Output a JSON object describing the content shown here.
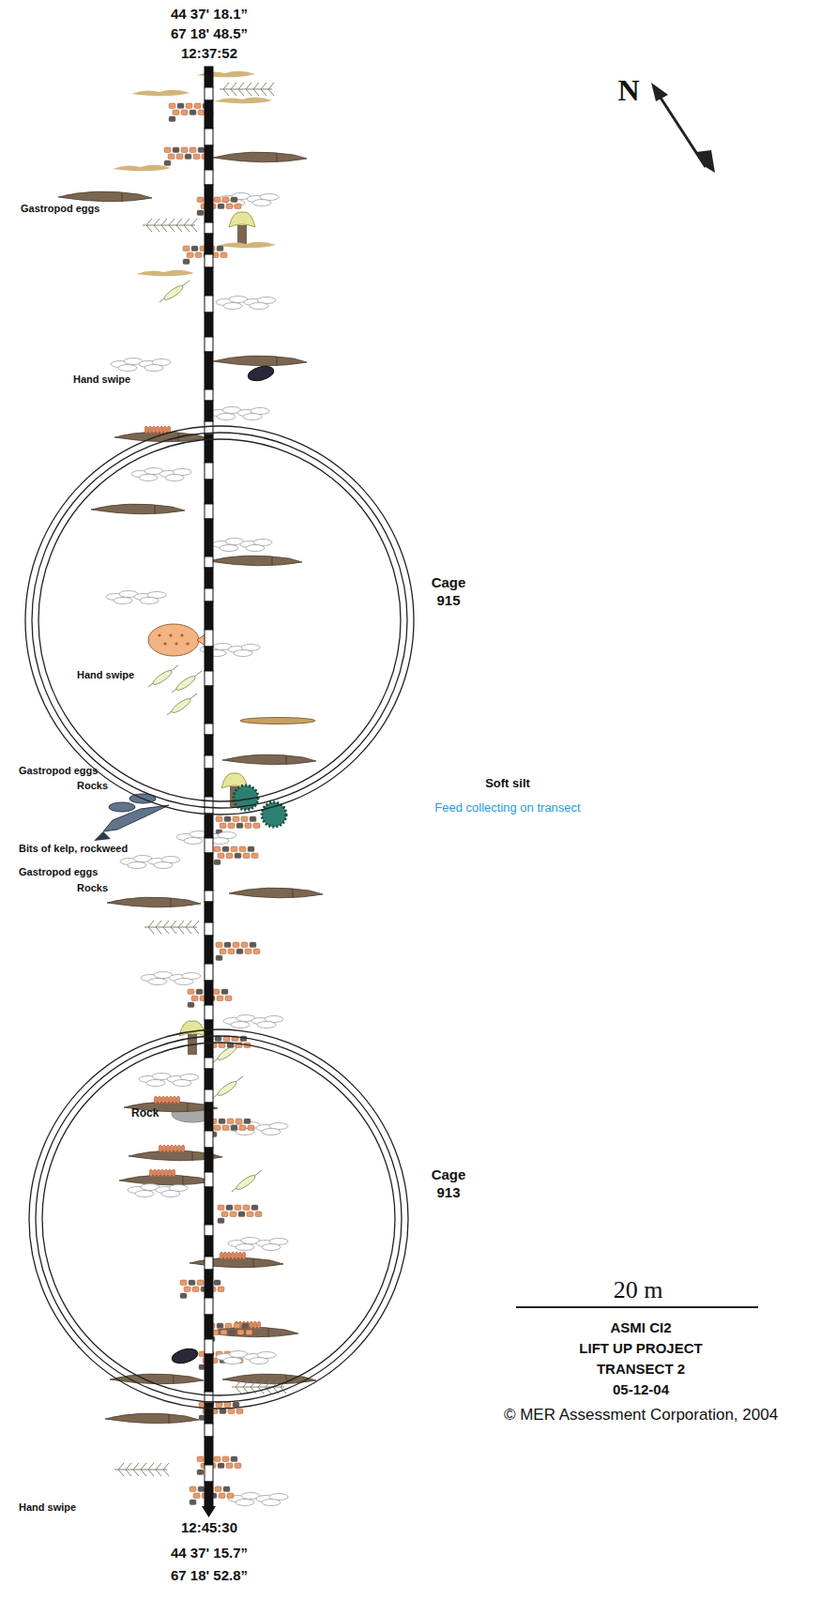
{
  "diagram": {
    "nodes": [
      {
        "text": [
          "Cage 915"
        ]
      },
      {
        "text": [
          "Cage 913"
        ]
      }
    ],
    "edges": [],
    "labels": [
      "44 37' 18.1”",
      "67 18' 48.5”",
      "12:37:52",
      "N",
      "Gastropod eggs",
      "Hand swipe",
      "Hand swipe",
      "Gastropod eggs",
      "Rocks",
      "Soft silt",
      "Feed collecting on transect",
      "Bits of kelp, rockweed",
      "Gastropod eggs",
      "Rocks",
      "Rock",
      "20 m",
      "ASMI CI2",
      "LIFT UP PROJECT",
      "TRANSECT 2",
      "05-12-04",
      "© MER Assessment Corporation, 2004",
      "Hand swipe",
      "12:45:30",
      "44 37' 15.7”",
      "67 18' 52.8”"
    ]
  }
}
